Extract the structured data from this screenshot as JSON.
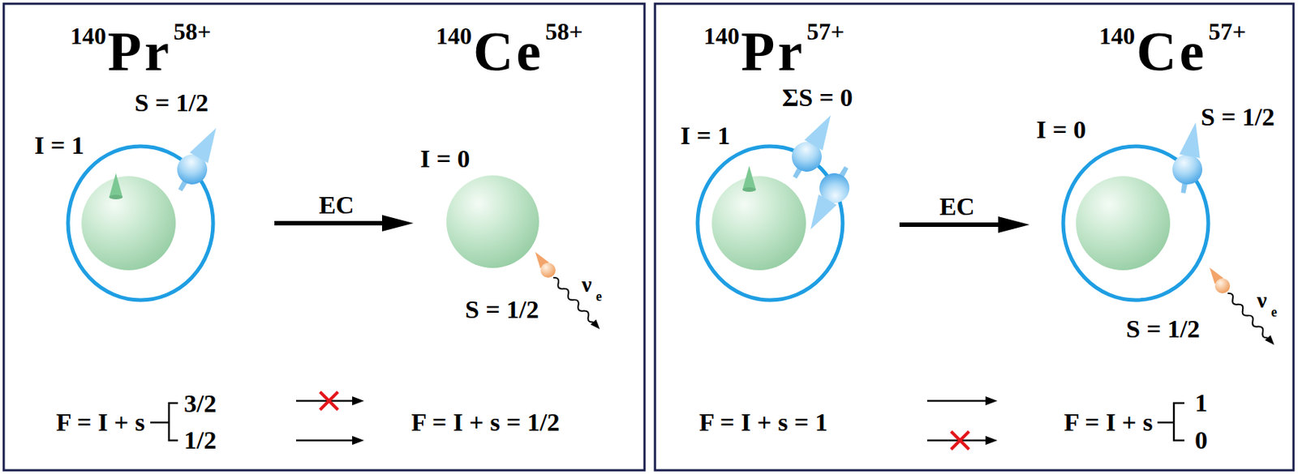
{
  "diagram": {
    "nodes": [
      {
        "text": [
          "140",
          "Pr",
          "58+",
          "I = 1"
        ]
      },
      {
        "text": [
          "140",
          "Ce",
          "58+",
          "I = 0"
        ]
      },
      {
        "text": [
          "140",
          "Pr",
          "57+",
          "I = 1"
        ]
      },
      {
        "text": [
          "140",
          "Ce",
          "57+",
          "I = 0"
        ]
      }
    ],
    "edges": [
      {
        "from": 0,
        "to": 1,
        "label": "EC",
        "arrow": "to"
      },
      {
        "from": 2,
        "to": 3,
        "label": "EC",
        "arrow": "to"
      }
    ],
    "labels": [
      "S = 1/2",
      "S = 1/2",
      "ν",
      "e",
      "F = I + s",
      "3/2",
      "1/2",
      "F = I + s = 1/2",
      "ΣS = 0",
      "S = 1/2",
      "S = 1/2",
      "ν",
      "e",
      "F = I + s = 1",
      "F = I + s",
      "1",
      "0"
    ]
  }
}
